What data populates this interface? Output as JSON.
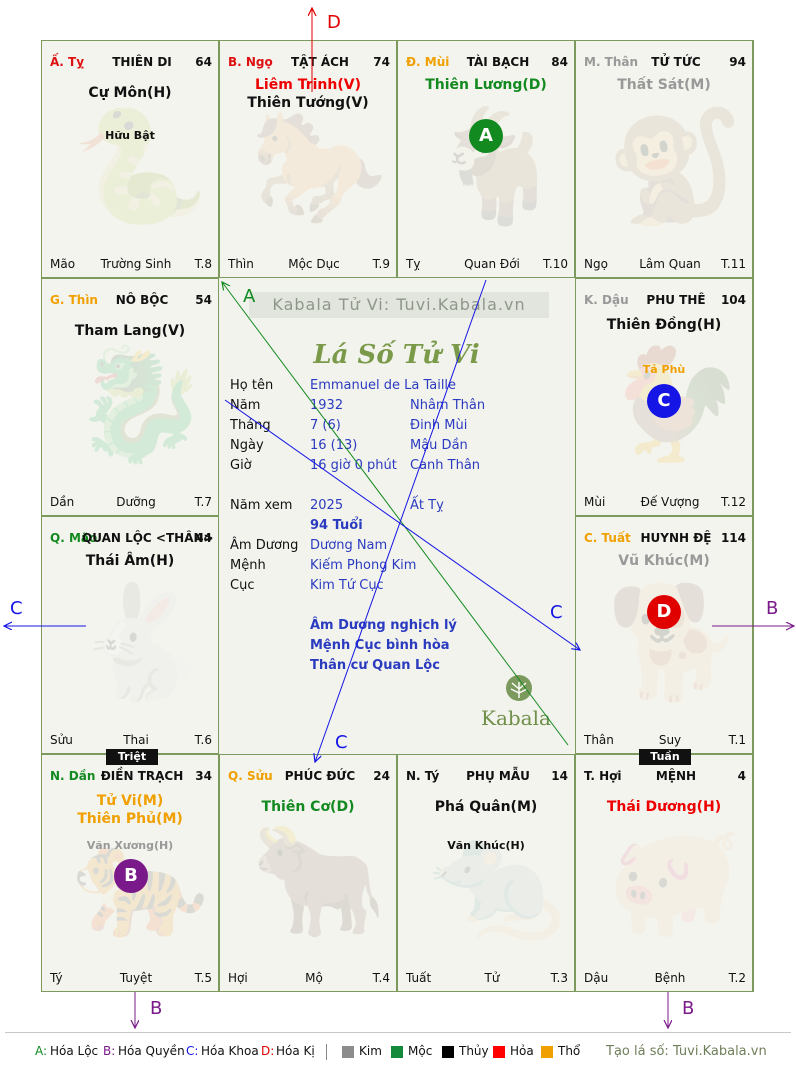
{
  "cells": [
    {
      "key": "ty",
      "can": "Ấ. Tỵ",
      "can_color": "#d11",
      "palace": "THIÊN DI",
      "age": "64",
      "main": [
        {
          "text": "Cự Môn(H)",
          "color": "#111"
        }
      ],
      "minor": [
        {
          "text": "Hữu Bật",
          "color": "#111"
        }
      ],
      "foot": [
        "Mão",
        "Trường Sinh",
        "T.8"
      ],
      "ghost": "🐍"
    },
    {
      "key": "ngo",
      "can": "B. Ngọ",
      "can_color": "#d11",
      "palace": "TẬT ÁCH",
      "age": "74",
      "main": [
        {
          "text": "Liêm Trinh(V)",
          "color": "#e00"
        },
        {
          "text": "Thiên Tướng(V)",
          "color": "#111"
        }
      ],
      "minor": [],
      "foot": [
        "Thìn",
        "Mộc Dục",
        "T.9"
      ],
      "ghost": "🐎"
    },
    {
      "key": "mui",
      "can": "Đ. Mùi",
      "can_color": "#f0a000",
      "palace": "TÀI BẠCH",
      "age": "84",
      "main": [
        {
          "text": "Thiên Lương(D)",
          "color": "#138a20"
        }
      ],
      "minor": [],
      "foot": [
        "Tỵ",
        "Quan Đới",
        "T.10"
      ],
      "ghost": "🐐"
    },
    {
      "key": "than",
      "can": "M. Thân",
      "can_color": "#999",
      "palace": "TỬ TỨC",
      "age": "94",
      "main": [
        {
          "text": "Thất Sát(M)",
          "color": "#999"
        }
      ],
      "minor": [],
      "foot": [
        "Ngọ",
        "Lâm Quan",
        "T.11"
      ],
      "ghost": "🐒"
    },
    {
      "key": "thin",
      "can": "G. Thìn",
      "can_color": "#f0a000",
      "palace": "NÔ BỘC",
      "age": "54",
      "main": [
        {
          "text": "Tham Lang(V)",
          "color": "#111"
        }
      ],
      "minor": [],
      "foot": [
        "Dần",
        "Dưỡng",
        "T.7"
      ],
      "ghost": "🐉"
    },
    {
      "key": "dau",
      "can": "K. Dậu",
      "can_color": "#999",
      "palace": "PHU THÊ",
      "age": "104",
      "main": [
        {
          "text": "Thiên Đồng(H)",
          "color": "#111"
        }
      ],
      "minor": [
        {
          "text": "Tả Phù",
          "color": "#f0a000"
        }
      ],
      "foot": [
        "Mùi",
        "Đế Vượng",
        "T.12"
      ],
      "ghost": "🐓"
    },
    {
      "key": "mao",
      "can": "Q. Mão",
      "can_color": "#138a20",
      "palace": "QUAN LỘC <THÂN>",
      "age": "44",
      "main": [
        {
          "text": "Thái Âm(H)",
          "color": "#111"
        }
      ],
      "minor": [],
      "foot": [
        "Sửu",
        "Thai",
        "T.6"
      ],
      "ghost": "🐇"
    },
    {
      "key": "tuat",
      "can": "C. Tuất",
      "can_color": "#f0a000",
      "palace": "HUYNH ĐỆ",
      "age": "114",
      "main": [
        {
          "text": "Vũ Khúc(M)",
          "color": "#999"
        }
      ],
      "minor": [],
      "foot": [
        "Thân",
        "Suy",
        "T.1"
      ],
      "ghost": "🐕"
    },
    {
      "key": "dan",
      "can": "N. Dần",
      "can_color": "#138a20",
      "palace": "ĐIỀN TRẠCH",
      "age": "34",
      "main": [
        {
          "text": "Tử Vi(M)",
          "color": "#f0a000"
        },
        {
          "text": "Thiên Phủ(M)",
          "color": "#f0a000"
        }
      ],
      "minor": [
        {
          "text": "Văn Xương(H)",
          "color": "#999"
        }
      ],
      "foot": [
        "Tý",
        "Tuyệt",
        "T.5"
      ],
      "ghost": "🐅"
    },
    {
      "key": "suu",
      "can": "Q. Sửu",
      "can_color": "#f0a000",
      "palace": "PHÚC ĐỨC",
      "age": "24",
      "main": [
        {
          "text": "Thiên Cơ(D)",
          "color": "#138a20"
        }
      ],
      "minor": [],
      "foot": [
        "Hợi",
        "Mộ",
        "T.4"
      ],
      "ghost": "🐂"
    },
    {
      "key": "tyrat",
      "can": "N. Tý",
      "can_color": "#111",
      "palace": "PHỤ MẪU",
      "age": "14",
      "main": [
        {
          "text": "Phá Quân(M)",
          "color": "#111"
        }
      ],
      "minor": [
        {
          "text": "Văn Khúc(H)",
          "color": "#111"
        }
      ],
      "foot": [
        "Tuất",
        "Tử",
        "T.3"
      ],
      "ghost": "🐀"
    },
    {
      "key": "hoi",
      "can": "T. Hợi",
      "can_color": "#111",
      "palace": "MỆNH",
      "age": "4",
      "main": [
        {
          "text": "Thái Dương(H)",
          "color": "#e00"
        }
      ],
      "minor": [],
      "foot": [
        "Dậu",
        "Bệnh",
        "T.2"
      ],
      "ghost": "🐖"
    }
  ],
  "markers": [
    {
      "letter": "A",
      "color": "#138a20"
    },
    {
      "letter": "C",
      "color": "#1515e6"
    },
    {
      "letter": "D",
      "color": "#e00000"
    },
    {
      "letter": "B",
      "color": "#7a1a8a"
    }
  ],
  "badges": {
    "triet": "Triệt",
    "tuan": "Tuần"
  },
  "center": {
    "watermark": "Kabala Tử Vi: Tuvi.Kabala.vn",
    "title": "Lá Số Tử Vi",
    "rows": [
      {
        "k": "Họ tên",
        "v": "Emmanuel de La Taille",
        "v2": ""
      },
      {
        "k": "Năm",
        "v": "1932",
        "v2": "Nhâm Thân"
      },
      {
        "k": "Tháng",
        "v": "7  (6)",
        "v2": "Đinh Mùi"
      },
      {
        "k": "Ngày",
        "v": "16  (13)",
        "v2": "Mậu Dần"
      },
      {
        "k": "Giờ",
        "v": "16 giờ 0 phút",
        "v2": "Canh Thân"
      },
      {
        "k": "Năm xem",
        "v": "2025",
        "v2": "Ất Tỵ"
      },
      {
        "k": "",
        "v": "94 Tuổi",
        "v2": ""
      },
      {
        "k": "Âm Dương",
        "v": "Dương Nam",
        "v2": ""
      },
      {
        "k": "Mệnh",
        "v": "Kiếm Phong Kim",
        "v2": ""
      },
      {
        "k": "Cục",
        "v": "Kim Tứ Cục",
        "v2": ""
      }
    ],
    "notes": [
      "Âm Dương nghịch lý",
      "Mệnh Cục bình hòa",
      "Thân cư Quan Lộc"
    ],
    "logo_text": "Kabala"
  },
  "arrow_labels": {
    "top": "D",
    "left": "C",
    "right": "B",
    "bottom_left": "B",
    "bottom_right": "B",
    "in_a": "A",
    "in_c1": "C",
    "in_c2": "C"
  },
  "legend": {
    "hoa": [
      {
        "code": "A:",
        "label": "Hóa Lộc",
        "color": "#138a20"
      },
      {
        "code": "B:",
        "label": "Hóa Quyền",
        "color": "#7a1a8a"
      },
      {
        "code": "C:",
        "label": "Hóa Khoa",
        "color": "#1515e6"
      },
      {
        "code": "D:",
        "label": "Hóa Kị",
        "color": "#e00000"
      }
    ],
    "elements": [
      {
        "label": "Kim",
        "color": "#8c8c8c"
      },
      {
        "label": "Mộc",
        "color": "#138a3a"
      },
      {
        "label": "Thủy",
        "color": "#000000"
      },
      {
        "label": "Hỏa",
        "color": "#ff0000"
      },
      {
        "label": "Thổ",
        "color": "#f0a000"
      }
    ],
    "credit": "Tạo lá số: Tuvi.Kabala.vn"
  }
}
